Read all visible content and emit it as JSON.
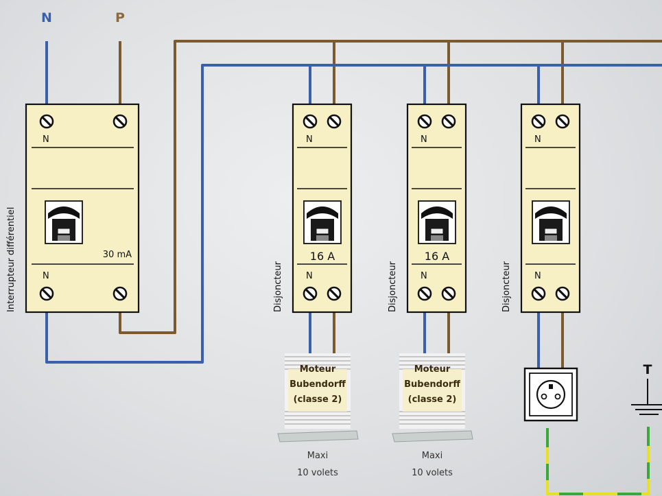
{
  "terminals": {
    "neutral": "N",
    "phase": "P",
    "earth": "T"
  },
  "colors": {
    "neutral_wire": "#3a5fad",
    "phase_wire": "#7a5a2e",
    "earth_yellow": "#e8e020",
    "earth_green": "#3aa83a",
    "module_fill": "#f6f0c4",
    "label_blue": "#3a5fad",
    "label_brown": "#8a6a40"
  },
  "modules": {
    "differential": {
      "side_label": "Interrupteur différentiel",
      "neutral_top": "N",
      "neutral_bottom": "N",
      "rating": "30 mA"
    },
    "breaker1": {
      "side_label": "Disjoncteur",
      "neutral_top": "N",
      "neutral_bottom": "N",
      "rating": "16 A"
    },
    "breaker2": {
      "side_label": "Disjoncteur",
      "neutral_top": "N",
      "neutral_bottom": "N",
      "rating": "16 A"
    },
    "breaker3": {
      "side_label": "Disjoncteur",
      "neutral_top": "N",
      "neutral_bottom": "N",
      "rating": ""
    }
  },
  "loads": {
    "motor1": {
      "line1": "Moteur",
      "line2": "Bubendorff",
      "line3": "(classe 2)",
      "caption1": "Maxi",
      "caption2": "10 volets"
    },
    "motor2": {
      "line1": "Moteur",
      "line2": "Bubendorff",
      "line3": "(classe 2)",
      "caption1": "Maxi",
      "caption2": "10 volets"
    }
  }
}
